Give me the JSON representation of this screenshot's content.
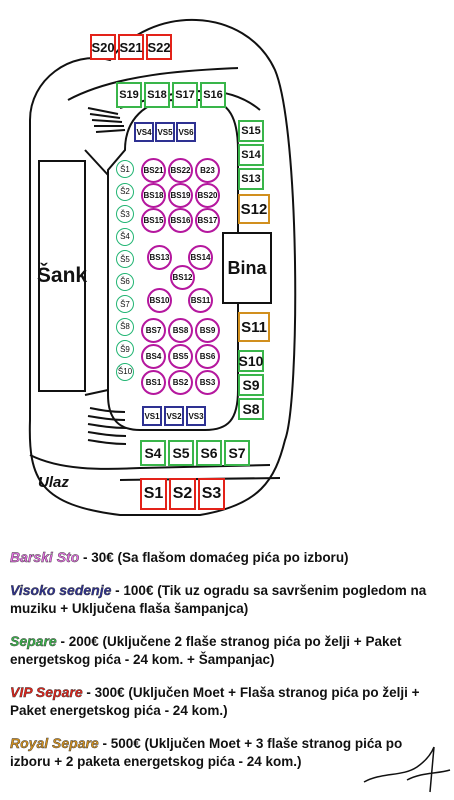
{
  "plan": {
    "bar_label": "Šank",
    "stage_label": "Bina",
    "entrance_label": "Ulaz",
    "colors": {
      "separe": "#39b54a",
      "vip": "#e32219",
      "royal": "#d18f1e",
      "visoko": "#2e3192",
      "barski": "#b5179e",
      "bar_stool": "#22b573"
    },
    "seats": {
      "vip_top": [
        "S20",
        "S21",
        "S22"
      ],
      "sep_top": [
        "S19",
        "S18",
        "S17",
        "S16"
      ],
      "vs_top": [
        "VS4",
        "VS5",
        "VS6"
      ],
      "sep_right_top": [
        "S15",
        "S14",
        "S13"
      ],
      "royal_top": "S12",
      "royal_bottom": "S11",
      "sep_right_bottom": [
        "S10",
        "S9",
        "S8"
      ],
      "vs_bottom": [
        "VS1",
        "VS2",
        "VS3"
      ],
      "sep_bottom": [
        "S4",
        "S5",
        "S6",
        "S7"
      ],
      "vip_bottom": [
        "S1",
        "S2",
        "S3"
      ],
      "bar_stools": [
        "Š1",
        "Š2",
        "Š3",
        "Š4",
        "Š5",
        "Š6",
        "Š7",
        "Š8",
        "Š9",
        "Š10"
      ],
      "barski": [
        "BS21",
        "BS22",
        "B23",
        "BS18",
        "BS19",
        "BS20",
        "BS15",
        "BS16",
        "BS17",
        "BS13",
        "BS14",
        "BS12",
        "BS10",
        "BS11",
        "BS7",
        "BS8",
        "BS9",
        "BS4",
        "BS5",
        "BS6",
        "BS1",
        "BS2",
        "BS3"
      ]
    }
  },
  "legend": [
    {
      "tag": "Barski Sto",
      "text": " - 30€ (Sa flašom domaćeg pića po izboru)",
      "color": "#e36fe0"
    },
    {
      "tag": "Visoko sedenje",
      "text": " - 100€ (Tik uz ogradu sa savršenim pogledom na muziku + Uključena flaša šampanjca)",
      "color": "#2e3192"
    },
    {
      "tag": "Separe",
      "text": " - 200€ (Uključene 2 flaše stranog pića po želji + Paket energetskog pića - 24 kom. + Šampanjac)",
      "color": "#39b54a"
    },
    {
      "tag": "VIP Separe",
      "text": " - 300€ (Uključen Moet + Flaša stranog pića po želji + Paket energetskog pića - 24 kom.)",
      "color": "#e32219"
    },
    {
      "tag": "Royal Separe",
      "text": " - 500€ (Uključen Moet + 3 flaše stranog pića po izboru + 2 paketa energetskog pića - 24 kom.)",
      "color": "#d18f1e"
    }
  ]
}
